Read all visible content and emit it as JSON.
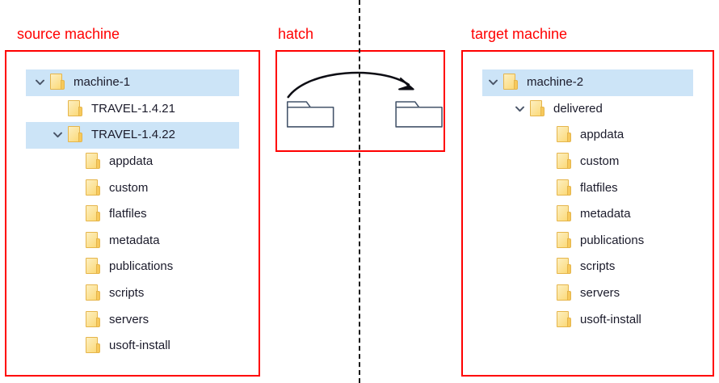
{
  "panels": {
    "source": {
      "title": "source machine",
      "rows": [
        {
          "label": "machine-1",
          "indent": 0,
          "chevron": "down",
          "selected": true
        },
        {
          "label": "TRAVEL-1.4.21",
          "indent": 1,
          "chevron": "none",
          "selected": false
        },
        {
          "label": "TRAVEL-1.4.22",
          "indent": 1,
          "chevron": "down",
          "selected": true
        },
        {
          "label": "appdata",
          "indent": 2,
          "chevron": "none",
          "selected": false
        },
        {
          "label": "custom",
          "indent": 2,
          "chevron": "none",
          "selected": false
        },
        {
          "label": "flatfiles",
          "indent": 2,
          "chevron": "none",
          "selected": false
        },
        {
          "label": "metadata",
          "indent": 2,
          "chevron": "none",
          "selected": false
        },
        {
          "label": "publications",
          "indent": 2,
          "chevron": "none",
          "selected": false
        },
        {
          "label": "scripts",
          "indent": 2,
          "chevron": "none",
          "selected": false
        },
        {
          "label": "servers",
          "indent": 2,
          "chevron": "none",
          "selected": false
        },
        {
          "label": "usoft-install",
          "indent": 2,
          "chevron": "none",
          "selected": false
        }
      ]
    },
    "hatch": {
      "title": "hatch",
      "source_folder_icon": "folder-outline-icon",
      "target_folder_icon": "folder-outline-icon",
      "transfer_arrow_icon": "curved-arrow-right-icon"
    },
    "target": {
      "title": "target machine",
      "rows": [
        {
          "label": "machine-2",
          "indent": 0,
          "chevron": "down",
          "selected": true
        },
        {
          "label": "delivered",
          "indent": 1,
          "chevron": "down",
          "selected": false
        },
        {
          "label": "appdata",
          "indent": 2,
          "chevron": "none",
          "selected": false
        },
        {
          "label": "custom",
          "indent": 2,
          "chevron": "none",
          "selected": false
        },
        {
          "label": "flatfiles",
          "indent": 2,
          "chevron": "none",
          "selected": false
        },
        {
          "label": "metadata",
          "indent": 2,
          "chevron": "none",
          "selected": false
        },
        {
          "label": "publications",
          "indent": 2,
          "chevron": "none",
          "selected": false
        },
        {
          "label": "scripts",
          "indent": 2,
          "chevron": "none",
          "selected": false
        },
        {
          "label": "servers",
          "indent": 2,
          "chevron": "none",
          "selected": false
        },
        {
          "label": "usoft-install",
          "indent": 2,
          "chevron": "none",
          "selected": false
        }
      ]
    }
  },
  "divider": {
    "icon": "vertical-dashed-separator"
  },
  "colors": {
    "panel_border": "#FF0000",
    "title_text": "#FF0000",
    "selection": "#CCE4F7",
    "folder_yellow": "#FCE399",
    "folder_outline": "#44546A",
    "label_text": "#1B1B2B",
    "chevron": "#4A5568"
  }
}
